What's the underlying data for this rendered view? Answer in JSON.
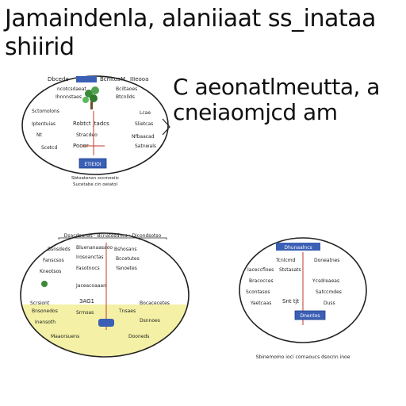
{
  "title": "Jamaindenla, alaniiaat ss_inataa shiirid",
  "subtitle": "C aeonatlmeutta, a cneiaomjcd am",
  "diagram1": {
    "top_labels": [
      "Dbceda",
      "Bcnltos",
      "M",
      "IIIeooa"
    ],
    "row2": [
      "ncotcsdaeat",
      "Bciltaoes"
    ],
    "row3": [
      "Ihnnnstaes",
      "Btcnllds"
    ],
    "left_labels": [
      "Sctomolons",
      "Iptentuias",
      "Nt",
      "Scetcd"
    ],
    "center_labels": [
      "Robtct jtadcs",
      "Pooor",
      "Stracdeo"
    ],
    "right_labels": [
      "Lcae",
      "Slietcas",
      "Nfbaacad",
      "Satnwals"
    ],
    "button": "ETIEIOI",
    "footer": [
      "Sbtoatensn sccmooiic",
      "Sucetabe cin oeiatol"
    ]
  },
  "diagram2": {
    "header": "Dsacdsanas · Bcnatdsdncs · Dicondsotso",
    "left_labels": [
      "Bsnsdeds",
      "Fanscsos",
      "Kneotsos",
      "Scrsiont",
      "Bnsonedos",
      "Inensoth"
    ],
    "center_labels": [
      "Bluenanaasaoo",
      "Irosoanctas",
      "Fasotnocs",
      "Jaceacoaaan",
      "3AG1",
      "Srrnsas"
    ],
    "right_labels": [
      "Bshosans",
      "Bccetutes",
      "Yanoetes",
      "Bocacecetes",
      "Tnsaes",
      "Dsnnoes"
    ],
    "bottom_labels": [
      "Maaorsuens",
      "Dooneds"
    ]
  },
  "diagram3": {
    "top_label": "Dhunaalncs",
    "left_labels": [
      "Iaceccfloes",
      "Bracocces",
      "Scontasos",
      "Yaetcaas"
    ],
    "center_labels": [
      "Tcnlcmd",
      "Ststasats",
      "Snt tjt"
    ],
    "right_labels": [
      "Doneatnes",
      "Ycsdreaeas",
      "Satccmdes",
      "Duss"
    ],
    "button": "Dnentos",
    "footer": "Sbinemomo ioci cornaoucs dsocnn inoe"
  },
  "colors": {
    "ink": "#222222",
    "accent_red": "#c0392b",
    "accent_blue": "#1f4fa8",
    "button_blue": "#3b5fb5",
    "highlight_yellow": "#f4f1a6",
    "leaf_green": "#3a8a3a"
  }
}
